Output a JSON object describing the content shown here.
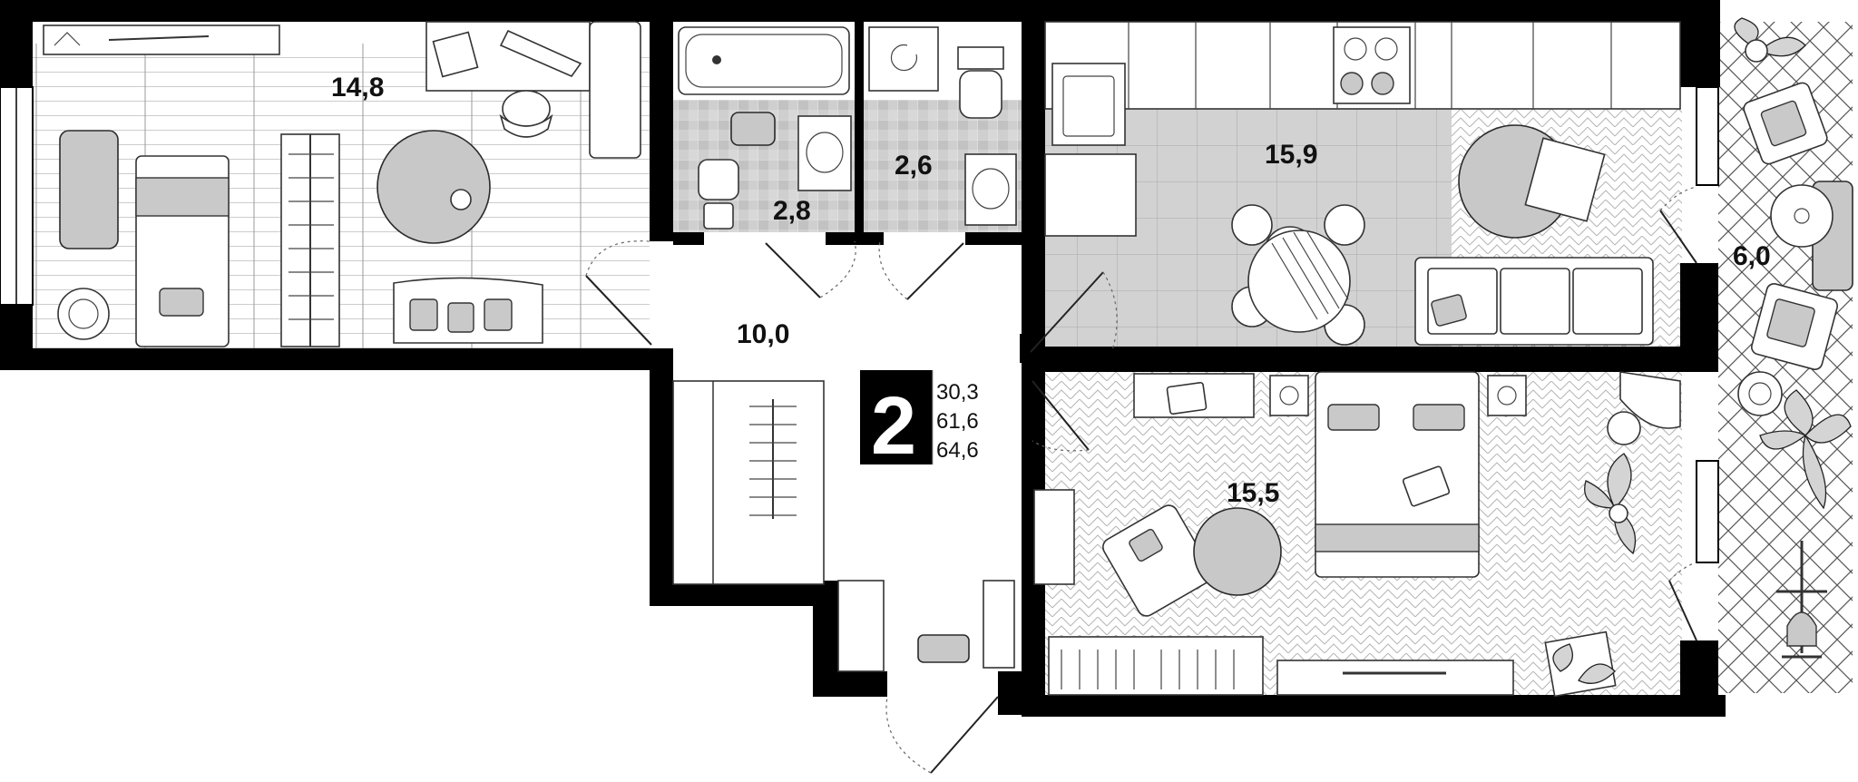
{
  "plan": {
    "room_count": "2",
    "areas": {
      "living": "30,3",
      "total": "61,6",
      "total_with_balcony": "64,6"
    },
    "rooms": [
      {
        "id": "bedroom-left",
        "area": "14,8"
      },
      {
        "id": "bathroom",
        "area": "2,8"
      },
      {
        "id": "toilet",
        "area": "2,6"
      },
      {
        "id": "kitchen-living",
        "area": "15,9"
      },
      {
        "id": "hallway",
        "area": "10,0"
      },
      {
        "id": "bedroom-master",
        "area": "15,5"
      },
      {
        "id": "balcony",
        "area": "6,0"
      }
    ]
  },
  "icons": [
    "bed-icon",
    "desk-icon",
    "armchair-icon",
    "sofa-icon",
    "dining-table-icon",
    "bathtub-icon",
    "toilet-icon",
    "sink-icon",
    "washing-machine-icon",
    "stove-icon",
    "plant-icon",
    "wardrobe-icon"
  ],
  "colors": {
    "wall": "#000000",
    "floor_gray": "#cccccc",
    "rug": "#c8c8c8",
    "background": "#ffffff"
  }
}
